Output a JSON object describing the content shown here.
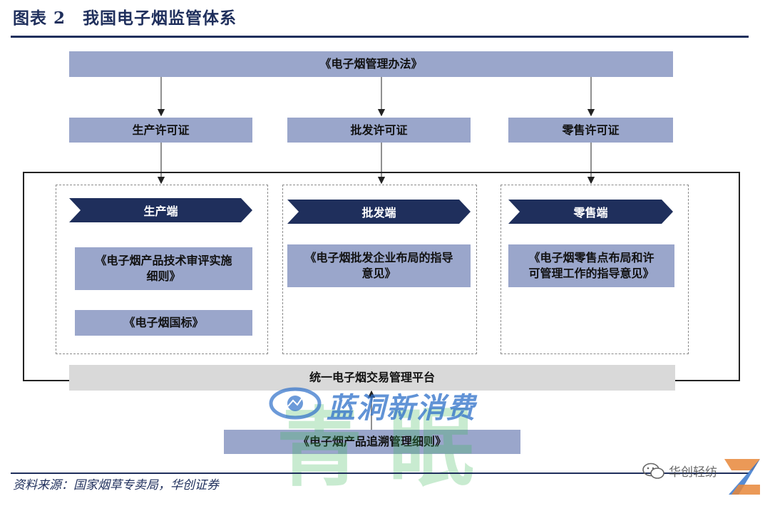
{
  "figure_title": "图表 2　我国电子烟监管体系",
  "top_box": "《电子烟管理办法》",
  "licenses": [
    "生产许可证",
    "批发许可证",
    "零售许可证"
  ],
  "columns": [
    {
      "header": "生产端",
      "docs": [
        {
          "line1": "《电子烟产品技术审评实施",
          "line2": "细则》"
        },
        {
          "line1": "《电子烟国标》",
          "line2": ""
        }
      ]
    },
    {
      "header": "批发端",
      "docs": [
        {
          "line1": "《电子烟批发企业布局的指导",
          "line2": "意见》"
        }
      ]
    },
    {
      "header": "零售端",
      "docs": [
        {
          "line1": "《电子烟零售点布局和许",
          "line2": "可管理工作的指导意见》"
        }
      ]
    }
  ],
  "platform": "统一电子烟交易管理平台",
  "trace_box": "《电子烟产品追溯管理细则》",
  "source": "资料来源：国家烟草专卖局，华创证券",
  "watermark": {
    "brand": "蓝洞新消费",
    "big": "青",
    "big2": "眠",
    "account": "华创轻纺",
    "colors": {
      "brand": "#2d6fc9",
      "big": "#3dbb5a",
      "logo": "#e8873a"
    }
  },
  "colors": {
    "navy": "#1f2f5c",
    "box": "#9aa6cb",
    "platform": "#d9d9d9"
  }
}
